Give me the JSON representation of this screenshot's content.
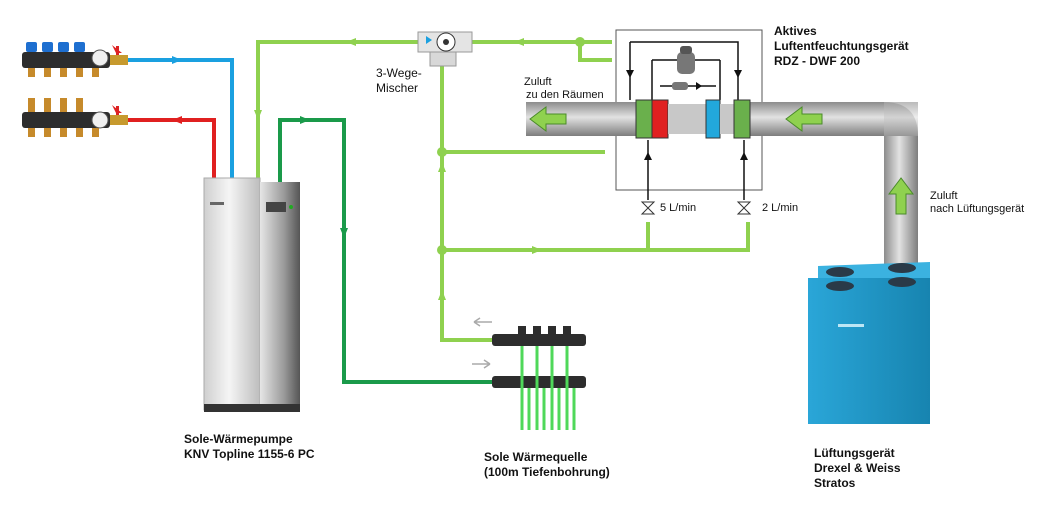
{
  "colors": {
    "green_light": "#8fd14f",
    "green_dark": "#1a9a4a",
    "blue": "#1aa0e0",
    "red": "#e02020",
    "black": "#111111",
    "duct_gray": "#b8b8b8",
    "vent_unit": "#34a9d6"
  },
  "labels": {
    "mixer_line1": "3-Wege-",
    "mixer_line2": "Mischer",
    "dehum_title1": "Aktives",
    "dehum_title2": "Luftentfeuchtungsgerät",
    "dehum_model": "RDZ - DWF 200",
    "supply_rooms1": "Zuluft",
    "supply_rooms2": "zu den Räumen",
    "flow1": "5 L/min",
    "flow2": "2 L/min",
    "supply_unit1": "Zuluft",
    "supply_unit2": "nach Lüftungsgerät",
    "hp_line1": "Sole-Wärmepumpe",
    "hp_line2": "KNV Topline 1155-6 PC",
    "source_line1": "Sole Wärmequelle",
    "source_line2": "(100m Tiefenbohrung)",
    "vent_line1": "Lüftungsgerät",
    "vent_line2": "Drexel & Weiss",
    "vent_line3": "Stratos"
  },
  "icons": {
    "heat_pump": "heat-pump-unit",
    "manifold": "heating-manifold",
    "mixer": "three-way-mixer-valve",
    "compressor": "compressor-icon",
    "valve": "flow-valve-icon",
    "probe": "borehole-manifold",
    "vent": "ventilation-unit"
  }
}
